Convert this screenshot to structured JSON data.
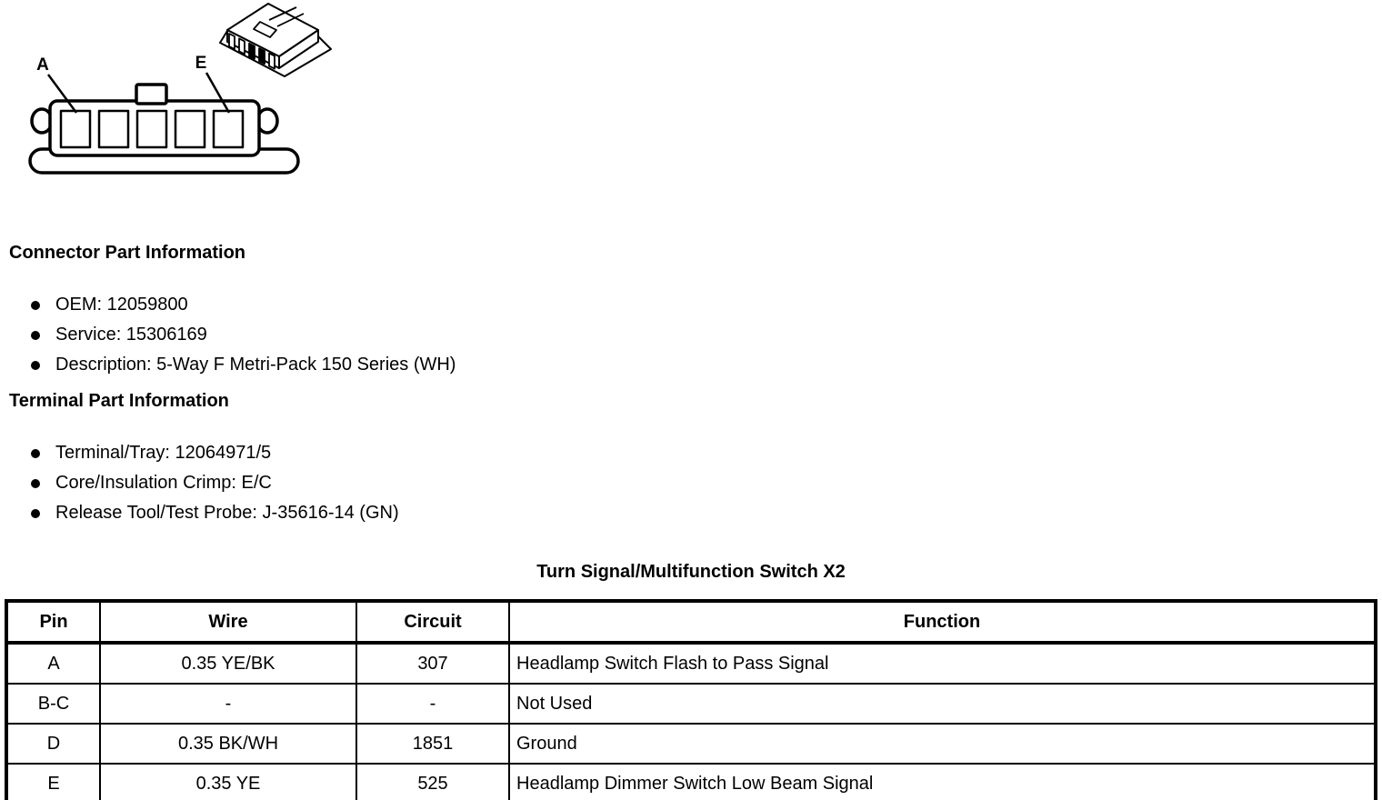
{
  "diagram": {
    "pin_a_label": "A",
    "pin_e_label": "E",
    "cavity_count": 5
  },
  "sections": [
    {
      "heading": "Connector Part Information",
      "items": [
        "OEM: 12059800",
        "Service: 15306169",
        "Description: 5-Way F Metri-Pack 150 Series (WH)"
      ]
    },
    {
      "heading": "Terminal Part Information",
      "items": [
        "Terminal/Tray: 12064971/5",
        "Core/Insulation Crimp: E/C",
        "Release Tool/Test Probe: J-35616-14 (GN)"
      ]
    }
  ],
  "table": {
    "title": "Turn Signal/Multifunction Switch X2",
    "headers": [
      "Pin",
      "Wire",
      "Circuit",
      "Function"
    ],
    "rows": [
      [
        "A",
        "0.35 YE/BK",
        "307",
        "Headlamp Switch Flash to Pass Signal"
      ],
      [
        "B-C",
        "-",
        "-",
        "Not Used"
      ],
      [
        "D",
        "0.35 BK/WH",
        "1851",
        "Ground"
      ],
      [
        "E",
        "0.35 YE",
        "525",
        "Headlamp Dimmer Switch Low Beam Signal"
      ]
    ]
  },
  "colors": {
    "ink": "#000000",
    "paper": "#ffffff"
  }
}
